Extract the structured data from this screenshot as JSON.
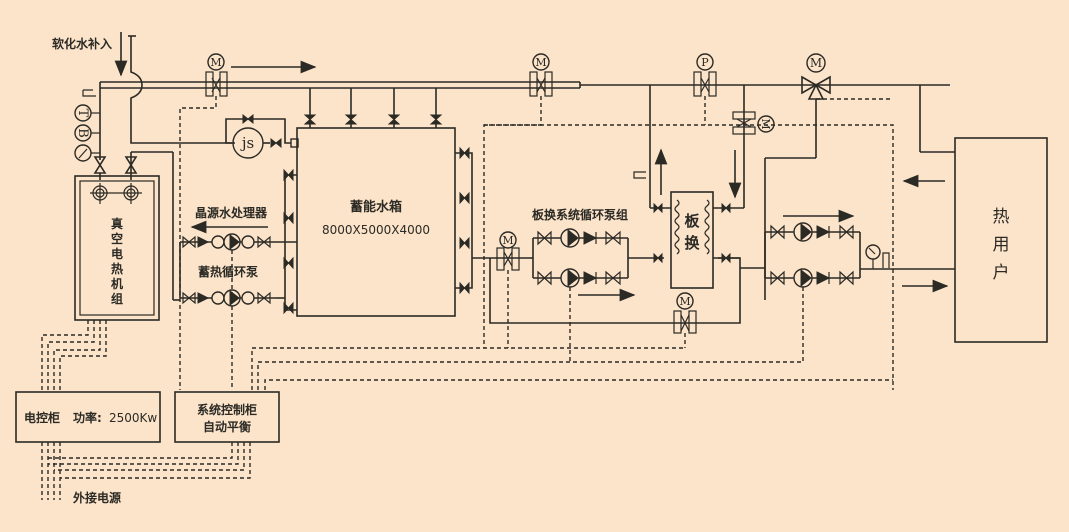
{
  "labels": {
    "softened_water_inlet": "软化水补入",
    "crystal_water_treater": "晶源水处理器",
    "heat_storage_pump": "蓄热循环泵",
    "vacuum_boiler": [
      "真",
      "空",
      "电",
      "热",
      "机",
      "组"
    ],
    "storage_tank_title": "蓄能水箱",
    "storage_tank_size": "8000X5000X4000",
    "plate_pump_group": "板换系统循环泵组",
    "plate_exchanger": [
      "板",
      "换"
    ],
    "heat_user": [
      "热",
      "用",
      "户"
    ],
    "electric_cabinet": "电控柜",
    "power_label": "功率:",
    "power_value": "2500Kw",
    "control_cabinet_line1": "系统控制柜",
    "control_cabinet_line2": "自动平衡",
    "external_power": "外接电源"
  },
  "instruments": {
    "temperature": "T",
    "pressure_b": "B",
    "motor": "M",
    "pressure_p": "P",
    "js": "js"
  },
  "colors": {
    "background": "#fce4cb",
    "line": "#2b2a24"
  }
}
